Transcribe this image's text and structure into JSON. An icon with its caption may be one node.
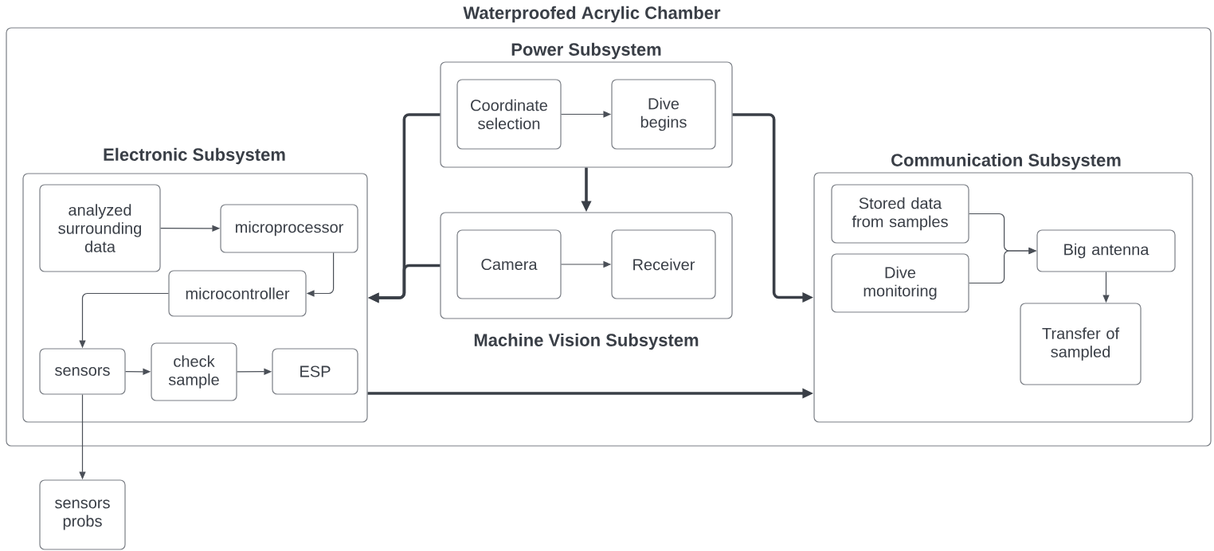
{
  "diagram": {
    "nodes": [
      {
        "text": [
          "Waterproofed Acrylic Chamber"
        ]
      },
      {
        "text": [
          "Power Subsystem"
        ],
        "in": 0
      },
      {
        "text": [
          "Coordinate selection"
        ],
        "in": 1
      },
      {
        "text": [
          "Dive begins"
        ],
        "in": 1
      },
      {
        "text": [
          "Machine Vision Subsystem"
        ],
        "in": 0
      },
      {
        "text": [
          "Camera"
        ],
        "in": 4
      },
      {
        "text": [
          "Receiver"
        ],
        "in": 4
      },
      {
        "text": [
          "Electronic Subsystem"
        ],
        "in": 0
      },
      {
        "text": [
          "analyzed surrounding data"
        ],
        "in": 7
      },
      {
        "text": [
          "microprocessor"
        ],
        "in": 7
      },
      {
        "text": [
          "microcontroller"
        ],
        "in": 7
      },
      {
        "text": [
          "sensors"
        ],
        "in": 7
      },
      {
        "text": [
          "check sample"
        ],
        "in": 7
      },
      {
        "text": [
          "ESP"
        ],
        "in": 7
      },
      {
        "text": [
          "Communication Subsystem"
        ],
        "in": 0
      },
      {
        "text": [
          "Stored data from samples"
        ],
        "in": 14
      },
      {
        "text": [
          "Dive monitoring"
        ],
        "in": 14
      },
      {
        "text": [
          "Big antenna"
        ],
        "in": 14
      },
      {
        "text": [
          "Transfer of sampled"
        ],
        "in": 14
      },
      {
        "text": [
          "sensors probs"
        ]
      }
    ],
    "edges": [
      {
        "from": 2,
        "to": 3,
        "arrow": "to"
      },
      {
        "from": 5,
        "to": 6,
        "arrow": "to"
      },
      {
        "from": 8,
        "to": 9,
        "arrow": "to"
      },
      {
        "from": 9,
        "to": 10,
        "arrow": "to"
      },
      {
        "from": 10,
        "to": 11,
        "arrow": "to"
      },
      {
        "from": 11,
        "to": 12,
        "arrow": "to"
      },
      {
        "from": 12,
        "to": 13,
        "arrow": "to"
      },
      {
        "from": 11,
        "to": 19,
        "arrow": "to"
      },
      {
        "from": 15,
        "to": 17,
        "arrow": "to"
      },
      {
        "from": 16,
        "to": 17,
        "arrow": "to"
      },
      {
        "from": 17,
        "to": 18,
        "arrow": "to"
      },
      {
        "from": 1,
        "to": 4,
        "arrow": "to",
        "style": "thick"
      },
      {
        "from": 1,
        "to": 7,
        "arrow": "to",
        "style": "thick"
      },
      {
        "from": 4,
        "to": 7,
        "arrow": "to",
        "style": "thick"
      },
      {
        "from": 1,
        "to": 14,
        "arrow": "to",
        "style": "thick"
      },
      {
        "from": 7,
        "to": 14,
        "arrow": "to",
        "style": "thick"
      }
    ]
  }
}
